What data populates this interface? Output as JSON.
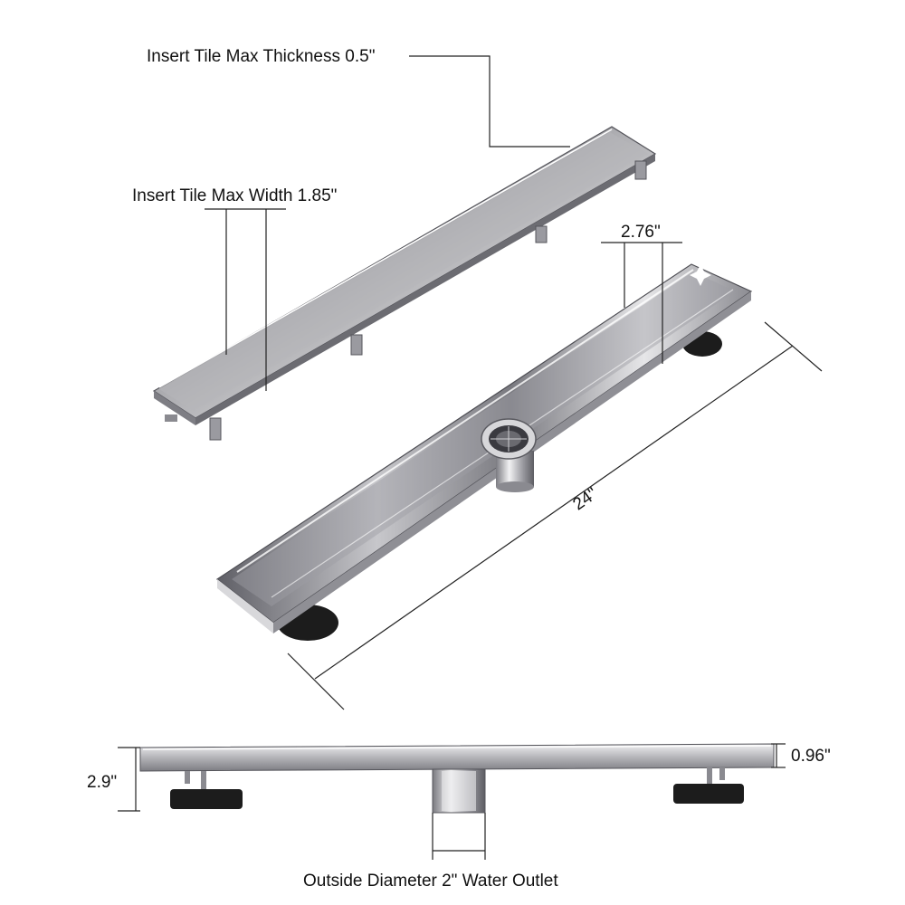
{
  "labels": {
    "insert_thickness": "Insert Tile Max Thickness 0.5\"",
    "insert_width": "Insert Tile Max Width 1.85\"",
    "drain_width": "2.76\"",
    "length": "24\"",
    "total_height": "2.9\"",
    "channel_depth": "0.96\"",
    "outlet": "Outside Diameter 2\" Water Outlet"
  },
  "colors": {
    "steel_light": "#e4e4e6",
    "steel_mid": "#b9b9bd",
    "steel_dark": "#6e6e74",
    "foot_black": "#1c1c1c",
    "line": "#222222"
  }
}
